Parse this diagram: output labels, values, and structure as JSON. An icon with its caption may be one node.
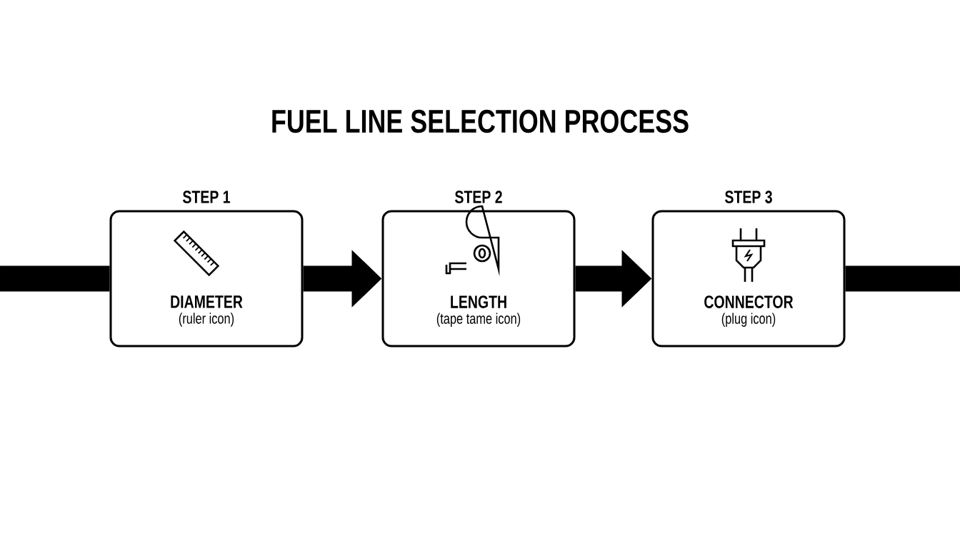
{
  "diagram": {
    "title": "FUEL LINE SELECTION PROCESS",
    "nodes": [
      {
        "text": [
          "STEP 1",
          "DIAMETER",
          "(ruler icon)"
        ]
      },
      {
        "text": [
          "STEP 2",
          "LENGTH",
          "(tape tame icon)"
        ]
      },
      {
        "text": [
          "STEP 3",
          "CONNECTOR",
          "(plug icon)"
        ]
      }
    ],
    "edges": [
      {
        "from": null,
        "to": 0,
        "arrow": "none"
      },
      {
        "from": 0,
        "to": 1,
        "arrow": "to"
      },
      {
        "from": 1,
        "to": 2,
        "arrow": "to"
      },
      {
        "from": 2,
        "to": null,
        "arrow": "none"
      }
    ]
  }
}
